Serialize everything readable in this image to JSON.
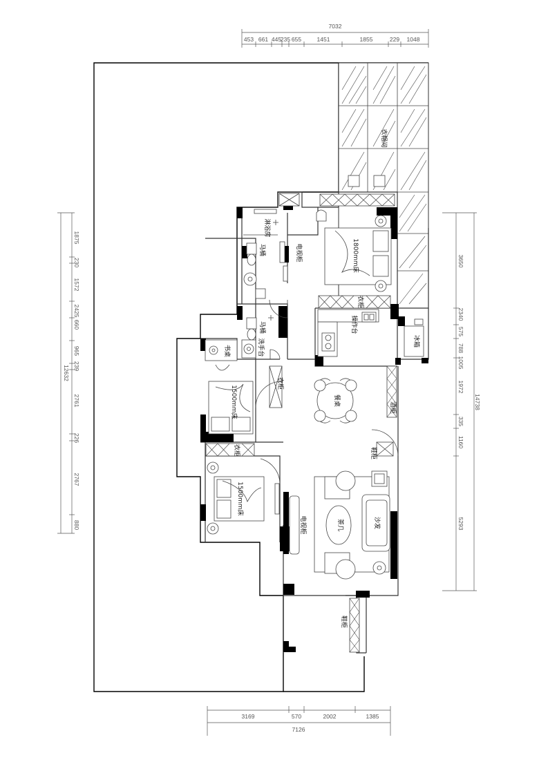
{
  "dimensions": {
    "top_total": "7032",
    "top_segments": [
      "453",
      "661",
      "445",
      "235",
      "655",
      "1451",
      "1855",
      "229",
      "1048"
    ],
    "bottom_segments": [
      "3169",
      "570",
      "2002",
      "1385"
    ],
    "bottom_total": "7126",
    "left_total": "12632",
    "left_segments": [
      "1875",
      "230",
      "1572",
      "2425",
      "660",
      "965",
      "239",
      "2761",
      "226",
      "2767",
      "880"
    ],
    "right_total": "14738",
    "right_segments": [
      "3650",
      "2340",
      "575",
      "788",
      "1005",
      "1972",
      "335",
      "1160",
      "5293"
    ]
  },
  "rooms": {
    "cloakroom": "衣帽间",
    "shower": "淋浴房",
    "toilet_top": "马桶",
    "tv_cabinet_top": "电视柜",
    "master_bed": "1800mm床",
    "wardrobe_master": "衣柜",
    "toilet_mid": "马桶",
    "washbasin": "洗手台",
    "operation_counter": "操作台",
    "fridge": "冰箱",
    "desk": "书桌",
    "wardrobe_bed2": "衣柜",
    "bed2": "1500mm床",
    "dining_table": "餐桌",
    "sideboard": "酒柜",
    "shoe_cabinet_right": "鞋柜",
    "wardrobe_bed3": "衣柜",
    "bed3": "1500mm床",
    "tv_cabinet_living": "电视柜",
    "coffee_table": "茶几",
    "sofa": "沙发",
    "shoe_cabinet_bottom": "鞋柜"
  }
}
